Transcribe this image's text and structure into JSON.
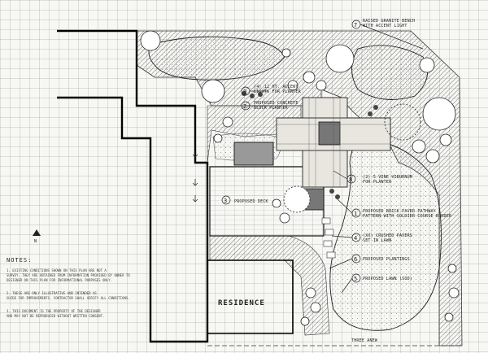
{
  "plan": {
    "title": "RESIDENCE",
    "deck_label": "PROPOSED DECK",
    "scale_label": "THREE  ANEW",
    "north_label": "N"
  },
  "callouts": [
    {
      "num": "1",
      "lines": [
        "PROPOSED BRICK PAVER PATHWAY",
        "PATTERN WITH SOLDIER COURSE BORDER"
      ]
    },
    {
      "num": "2",
      "lines": [
        "PROPOSED CONCRETE",
        "BLOCK PLANTER"
      ]
    },
    {
      "num": "3",
      "lines": [
        "PROPOSED DECK"
      ]
    },
    {
      "num": "4",
      "lines": [
        "(XX) CRUSHED PAVERS",
        "SET IN LAWN"
      ]
    },
    {
      "num": "5",
      "lines": [
        "PROPOSED LAWN (SOD)"
      ]
    },
    {
      "num": "6",
      "lines": [
        "PROPOSED PLANTINGS"
      ]
    },
    {
      "num": "7",
      "lines": [
        "RAISED GRANITE BENCH",
        "WITH ACCENT LIGHT"
      ]
    },
    {
      "num": "8",
      "lines": [
        "(2) 5 VINE VIBURNUM",
        "FOR PLANTER"
      ]
    },
    {
      "num": "9",
      "lines": [
        "(4) 12 HT. ACCENT",
        "LIGHTS FOR PLANTER"
      ]
    }
  ],
  "notes": {
    "title": "NOTES:",
    "items": [
      "1. EXISTING CONDITIONS SHOWN ON THIS PLAN ARE NOT A SURVEY. THEY ARE OBTAINED FROM INFORMATION PROVIDED BY OWNER TO DESIGNER ON THIS PLAN FOR INFORMATIONAL PURPOSES ONLY.",
      "2. THESE ARE ONLY ILLUSTRATIVE AND INTENDED AS GUIDE FOR IMPROVEMENTS. CONTRACTOR SHALL VERIFY ALL CONDITIONS.",
      "3. THIS DOCUMENT IS THE PROPERTY OF THE DESIGNER AND MAY NOT BE REPRODUCED WITHOUT WRITTEN CONSENT."
    ]
  }
}
